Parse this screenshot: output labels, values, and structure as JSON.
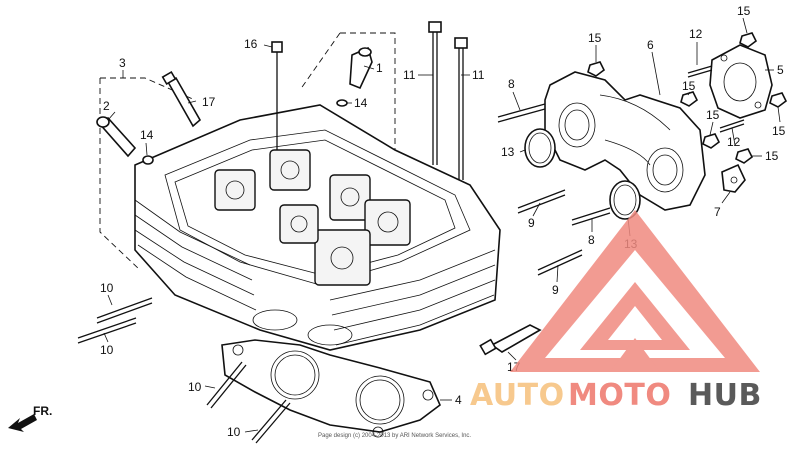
{
  "diagram": {
    "callouts": [
      {
        "id": "c1",
        "text": "1"
      },
      {
        "id": "c2",
        "text": "2"
      },
      {
        "id": "c3",
        "text": "3"
      },
      {
        "id": "c4",
        "text": "4"
      },
      {
        "id": "c5",
        "text": "5"
      },
      {
        "id": "c6",
        "text": "6"
      },
      {
        "id": "c7",
        "text": "7"
      },
      {
        "id": "c8a",
        "text": "8"
      },
      {
        "id": "c8b",
        "text": "8"
      },
      {
        "id": "c9a",
        "text": "9"
      },
      {
        "id": "c9b",
        "text": "9"
      },
      {
        "id": "c10a",
        "text": "10"
      },
      {
        "id": "c10b",
        "text": "10"
      },
      {
        "id": "c10c",
        "text": "10"
      },
      {
        "id": "c10d",
        "text": "10"
      },
      {
        "id": "c11a",
        "text": "11"
      },
      {
        "id": "c11b",
        "text": "11"
      },
      {
        "id": "c12a",
        "text": "12"
      },
      {
        "id": "c12b",
        "text": "12"
      },
      {
        "id": "c13a",
        "text": "13"
      },
      {
        "id": "c13b",
        "text": "13"
      },
      {
        "id": "c14a",
        "text": "14"
      },
      {
        "id": "c14b",
        "text": "14"
      },
      {
        "id": "c15a",
        "text": "15"
      },
      {
        "id": "c15b",
        "text": "15"
      },
      {
        "id": "c15c",
        "text": "15"
      },
      {
        "id": "c15d",
        "text": "15"
      },
      {
        "id": "c15e",
        "text": "15"
      },
      {
        "id": "c15f",
        "text": "15"
      },
      {
        "id": "c16",
        "text": "16"
      },
      {
        "id": "c17a",
        "text": "17"
      },
      {
        "id": "c17b",
        "text": "17"
      }
    ],
    "front_marker": "FR.",
    "copyright": "Page design (c) 2004-2013 by ARI Network Services, Inc."
  },
  "watermark": {
    "brand_part1": "AUTO",
    "brand_part2": "MOTO",
    "brand_part3": "HUB",
    "color_primary": "#f08a80",
    "color_secondary": "#f7c98e",
    "color_dark": "#5a5a5a"
  }
}
